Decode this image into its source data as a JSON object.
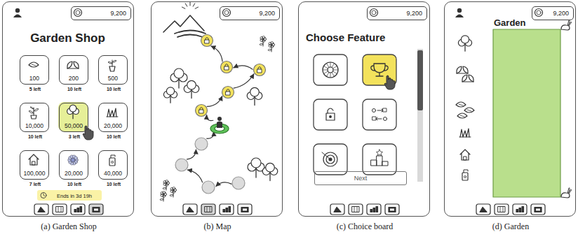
{
  "diagram": {
    "nodes": [
      {
        "text": [
          "Garden Shop",
          "(a) Garden Shop"
        ]
      },
      {
        "text": [
          "9,200"
        ],
        "in": 0
      },
      {
        "text": [
          "100",
          "5 left"
        ],
        "in": 0
      },
      {
        "text": [
          "200",
          "10 left"
        ],
        "in": 0
      },
      {
        "text": [
          "500",
          "10 left"
        ],
        "in": 0
      },
      {
        "text": [
          "10,000",
          "10 left"
        ],
        "in": 0
      },
      {
        "text": [
          "50,000",
          "3 left"
        ],
        "in": 0
      },
      {
        "text": [
          "20,000",
          "10 left"
        ],
        "in": 0
      },
      {
        "text": [
          "100,000",
          "7 left"
        ],
        "in": 0
      },
      {
        "text": [
          "20,000",
          "10 left"
        ],
        "in": 0
      },
      {
        "text": [
          "40,000",
          "10 left"
        ],
        "in": 0
      },
      {
        "text": [
          "Ends in 3d 19h"
        ],
        "in": 0
      },
      {
        "text": [
          "(b) Map"
        ]
      },
      {
        "text": [
          "9,200"
        ],
        "in": 12
      },
      {
        "text": [
          "Choose Feature",
          "(c) Choice board"
        ]
      },
      {
        "text": [
          "9,200"
        ],
        "in": 14
      },
      {
        "text": [
          "Next"
        ],
        "in": 14
      },
      {
        "text": [
          "Garden",
          "(d) Garden"
        ]
      },
      {
        "text": [
          "9,200"
        ],
        "in": 17
      }
    ]
  }
}
